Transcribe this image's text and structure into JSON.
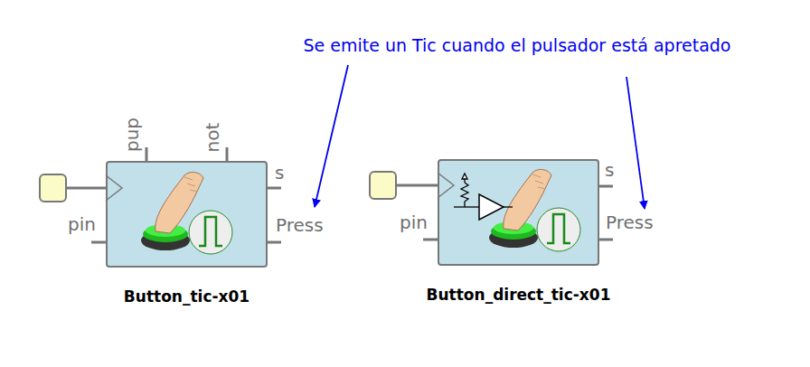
{
  "diagram": {
    "nodes": [
      {
        "text": [
          "Button_tic-x01"
        ]
      },
      {
        "text": [
          "Button_direct_tic-x01"
        ]
      }
    ],
    "labels": [
      "Se emite un Tic cuando el pulsador está apretado",
      "pup",
      "not",
      "s",
      "Press",
      "pin",
      "s",
      "Press",
      "pin"
    ]
  }
}
